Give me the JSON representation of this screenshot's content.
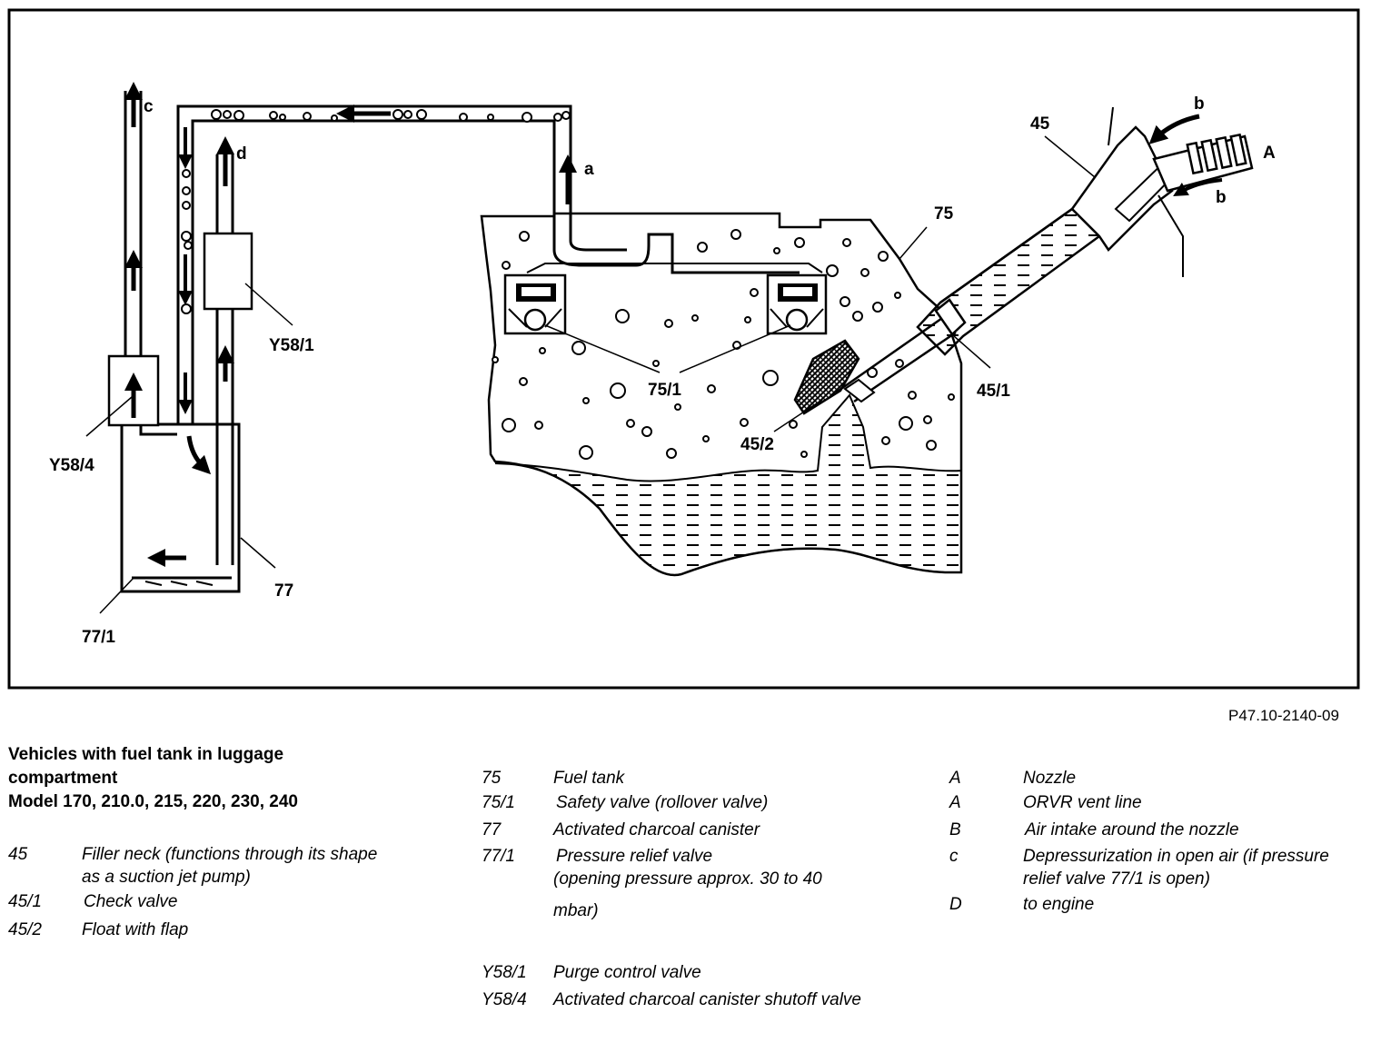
{
  "figure_ref": "P47.10-2140-09",
  "title": {
    "line1": "Vehicles with fuel tank in luggage",
    "line2": "compartment",
    "line3": "Model 170, 210.0, 215, 220, 230, 240"
  },
  "labels": {
    "c": "c",
    "d": "d",
    "a": "a",
    "b_top": "b",
    "b_bottom": "b",
    "A": "A",
    "n45": "45",
    "n45_1": "45/1",
    "n45_2": "45/2",
    "n75": "75",
    "n75_1": "75/1",
    "n77": "77",
    "n77_1": "77/1",
    "y58_1": "Y58/1",
    "y58_4": "Y58/4"
  },
  "legend": {
    "col1": [
      {
        "key": "45",
        "desc": "Filler neck (functions through its shape as a suction jet pump)"
      },
      {
        "key": "45/1",
        "desc": "Check valve"
      },
      {
        "key": "45/2",
        "desc": "Float with flap"
      }
    ],
    "col2": [
      {
        "key": "75",
        "desc": "Fuel tank"
      },
      {
        "key": "75/1",
        "desc": "Safety valve (rollover valve)"
      },
      {
        "key": "77",
        "desc": "Activated charcoal canister"
      },
      {
        "key": "77/1",
        "desc_line1": "Pressure relief valve",
        "desc_line2": "(opening pressure approx. 30 to 40",
        "desc_line3": "mbar)"
      },
      {
        "key": "Y58/1",
        "desc": "Purge control valve"
      },
      {
        "key": "Y58/4",
        "desc": "Activated charcoal canister shutoff valve"
      }
    ],
    "col3": [
      {
        "key": "A",
        "desc": "Nozzle"
      },
      {
        "key": "A",
        "desc": "ORVR vent line"
      },
      {
        "key": "B",
        "desc": "Air intake around the nozzle"
      },
      {
        "key": "c",
        "desc": "Depressurization in open air (if pressure relief valve 77/1 is open)"
      },
      {
        "key": "D",
        "desc": "to engine"
      }
    ]
  }
}
